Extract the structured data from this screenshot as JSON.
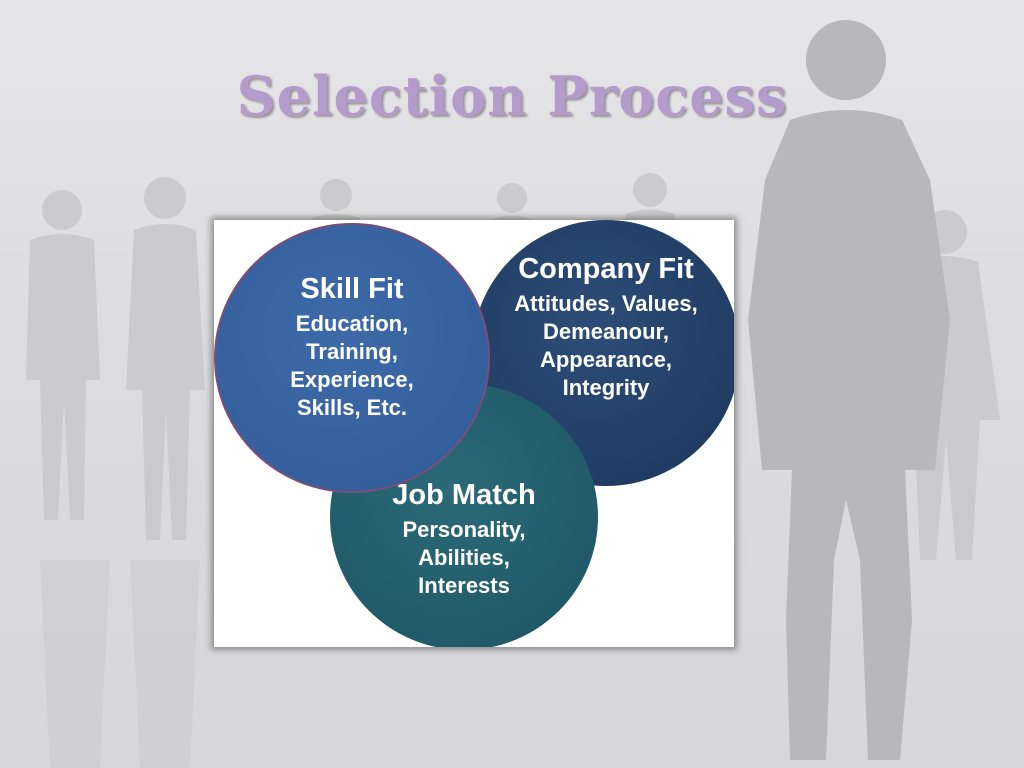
{
  "slide": {
    "title": "Selection Process"
  },
  "diagram": {
    "skill_fit": {
      "title": "Skill Fit",
      "lines": [
        "Education,",
        "Training,",
        "Experience,",
        "Skills,  Etc."
      ],
      "color": "#34609d"
    },
    "company_fit": {
      "title": "Company Fit",
      "lines": [
        "Attitudes, Values,",
        "Demeanour,",
        "Appearance,",
        "Integrity"
      ],
      "color": "#213d63"
    },
    "job_match": {
      "title": "Job Match",
      "lines": [
        "Personality,",
        "Abilities,",
        "Interests"
      ],
      "color": "#215a68"
    }
  },
  "colors": {
    "title": "#b39ccb",
    "background": "#dcdcdf",
    "silhouette": "#c6c6c9"
  }
}
